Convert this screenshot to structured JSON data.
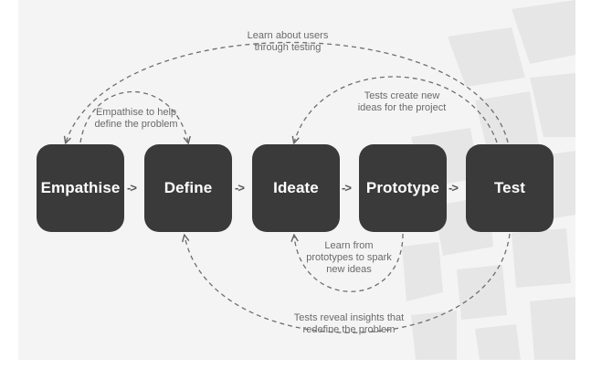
{
  "stages": [
    {
      "label": "Empathise"
    },
    {
      "label": "Define"
    },
    {
      "label": "Ideate"
    },
    {
      "label": "Prototype"
    },
    {
      "label": "Test"
    }
  ],
  "connector_glyph": "->",
  "captions": {
    "learn_users": {
      "line1": "Learn about users",
      "line2": "through testing"
    },
    "empathise_define": {
      "line1": "Empathise to help",
      "line2": "define the problem"
    },
    "tests_ideas": {
      "line1": "Tests create new",
      "line2": "ideas for the project"
    },
    "prototype_ideas": {
      "line1": "Learn from",
      "line2": "prototypes to spark",
      "line3": "new ideas"
    },
    "tests_insights": {
      "line1": "Tests reveal insights that",
      "line2": "redefine the problem"
    }
  },
  "colors": {
    "box": "#3a3a3a",
    "box_text": "#ffffff",
    "caption_text": "#6a6a6a",
    "arrow": "#666666",
    "panel": "#f4f4f4"
  }
}
